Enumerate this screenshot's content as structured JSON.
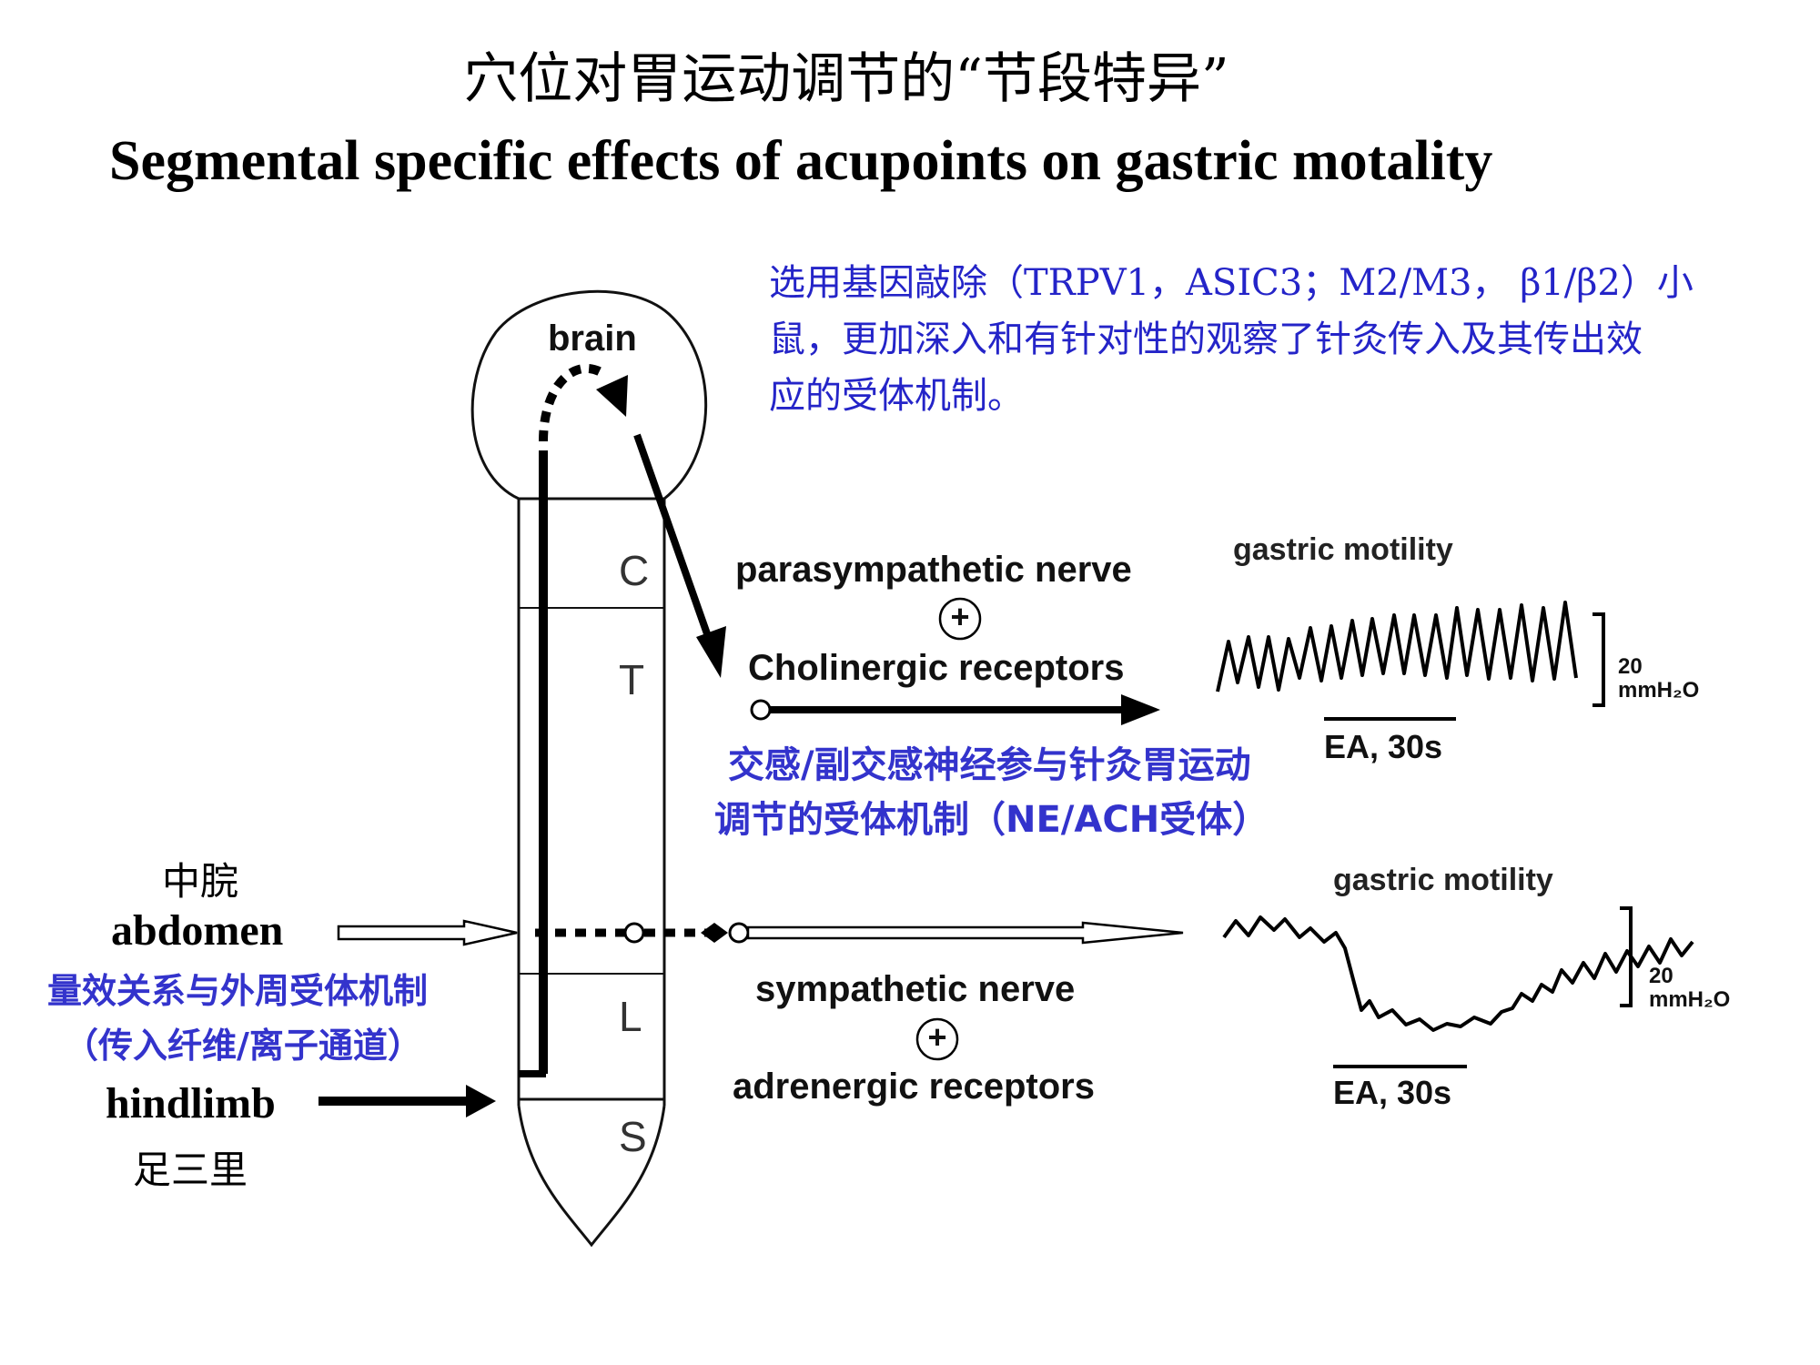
{
  "title_cn": "穴位对胃运动调节的“节段特异”",
  "title_en": "Segmental specific effects of acupoints on gastric motality",
  "note_lines": [
    "选用基因敲除（TRPV1，ASIC3；M2/M3， β1/β2）小",
    "鼠，更加深入和有针对性的观察了针灸传入及其传出效",
    "应的受体机制。"
  ],
  "spine": {
    "brain": "brain",
    "segments": [
      "C",
      "T",
      "L",
      "S"
    ]
  },
  "upper_pathway": {
    "nerve": "parasympathetic nerve",
    "plus": "+",
    "receptors": "Cholinergic receptors"
  },
  "lower_pathway": {
    "nerve": "sympathetic nerve",
    "plus": "+",
    "receptors": "adrenergic receptors"
  },
  "upper_trace": {
    "title": "gastric motility",
    "scale_value": "20",
    "scale_unit": "mmH₂O",
    "ea_label": "EA, 30s"
  },
  "lower_trace": {
    "title": "gastric motility",
    "scale_value": "20",
    "scale_unit": "mmH₂O",
    "ea_label": "EA, 30s"
  },
  "blue_mid": [
    "交感/副交感神经参与针灸胃运动",
    "调节的受体机制（NE/ACH受体）"
  ],
  "left_labels": {
    "zhongwan": "中脘",
    "abdomen": "abdomen",
    "blue": [
      "量效关系与外周受体机制",
      "（传入纤维/离子通道）"
    ],
    "hindlimb": "hindlimb",
    "zusanli": "足三里"
  },
  "colors": {
    "blue_text": "#3333cc",
    "note_blue": "#2424c8",
    "ink": "#111111"
  }
}
